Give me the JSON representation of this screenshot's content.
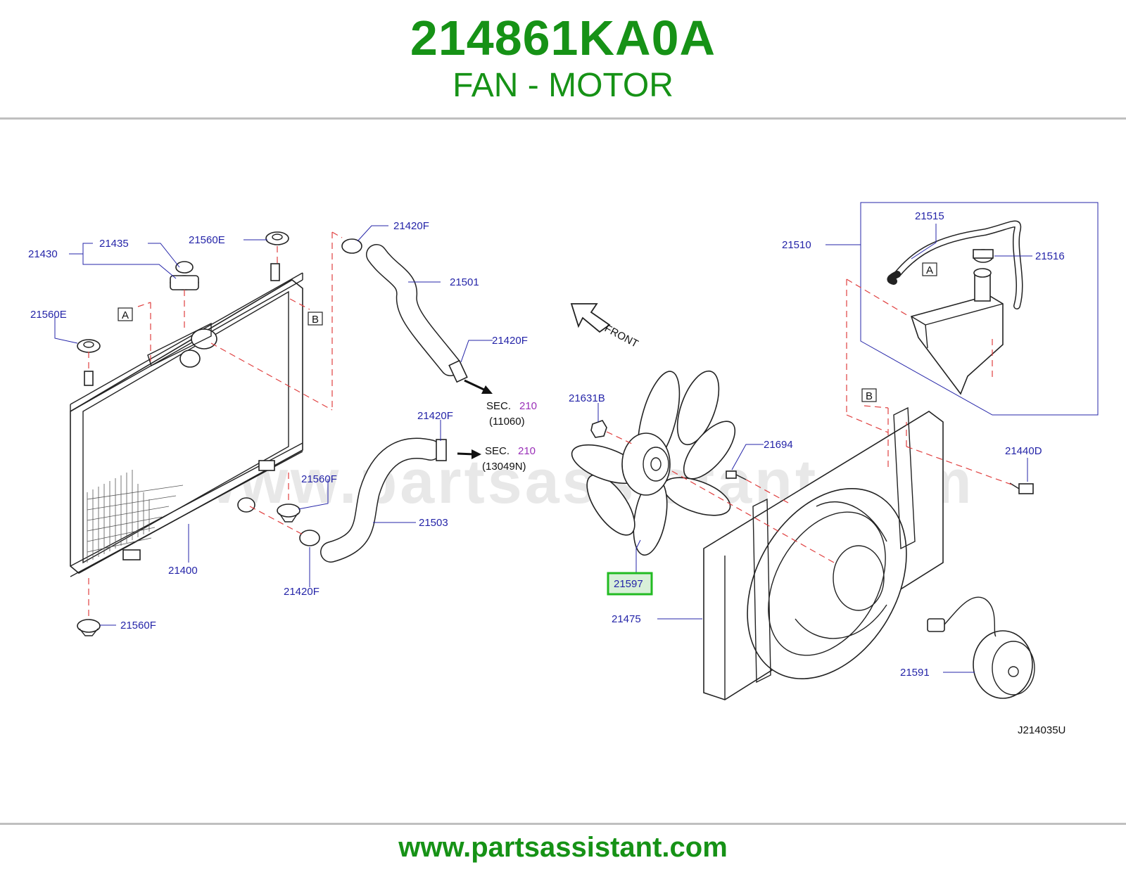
{
  "header": {
    "part_number": "214861KA0A",
    "part_name": "FAN - MOTOR"
  },
  "watermark": "www.partsassistant.com",
  "footer": {
    "url": "www.partsassistant.com"
  },
  "diagram_code": "J214035U",
  "front_label": "FRONT",
  "callouts": {
    "c21430": "21430",
    "c21435": "21435",
    "c21560e_top": "21560E",
    "c21560e_left": "21560E",
    "c21420f_1": "21420F",
    "c21501": "21501",
    "c21420f_2": "21420F",
    "c21420f_3": "21420F",
    "c21503": "21503",
    "c21560f_mid": "21560F",
    "c21420f_4": "21420F",
    "c21400": "21400",
    "c21560f_bot": "21560F",
    "c21510": "21510",
    "c21515": "21515",
    "c21516": "21516",
    "c21631b": "21631B",
    "c21694": "21694",
    "c21440d": "21440D",
    "c21597": "21597",
    "c21475": "21475",
    "c21591": "21591"
  },
  "refs": {
    "a": "A",
    "b": "B"
  },
  "sec_refs": [
    {
      "prefix": "SEC.",
      "number": "210",
      "code": "(11060)"
    },
    {
      "prefix": "SEC.",
      "number": "210",
      "code": "(13049N)"
    }
  ],
  "colors": {
    "brand_green": "#169216",
    "callout_blue": "#2424a8",
    "leader_red": "#e04040",
    "highlight": "#22bb22",
    "sec_purple": "#9a2fb8"
  }
}
